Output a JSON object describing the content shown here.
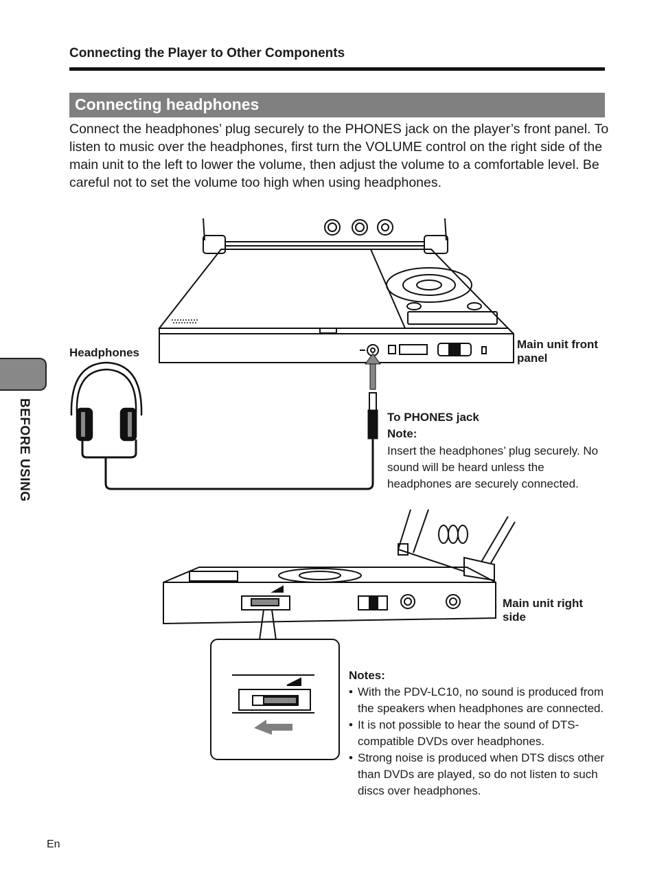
{
  "header": {
    "section_title": "Connecting the Player to Other Components"
  },
  "section": {
    "title": "Connecting headphones",
    "intro": "Connect the headphones’ plug securely to the PHONES jack on the player’s front panel. To listen to music over the headphones, first turn the VOLUME control on the right side of the main unit to the left to lower the volume, then adjust the volume to a comfortable level.  Be careful not to set the volume too high when using headphones."
  },
  "figure1": {
    "headphones_label": "Headphones",
    "front_panel_label": "Main unit front panel",
    "phones_jack_label": "To PHONES jack",
    "note_title": "Note:",
    "note_text": "Insert the headphones’ plug securely. No sound will be heard unless the headphones are securely connected."
  },
  "figure2": {
    "right_side_label": "Main unit right side",
    "notes_title": "Notes:",
    "notes": [
      "With the PDV-LC10, no sound is produced from the speakers when headphones are connected.",
      "It is not possible to hear the sound of DTS-compatible DVDs over headphones.",
      "Strong noise is produced when DTS discs other than DVDs are played, so do not listen to such discs over headphones."
    ]
  },
  "side_tab": {
    "label": "BEFORE USING"
  },
  "footer": {
    "lang": "En"
  }
}
